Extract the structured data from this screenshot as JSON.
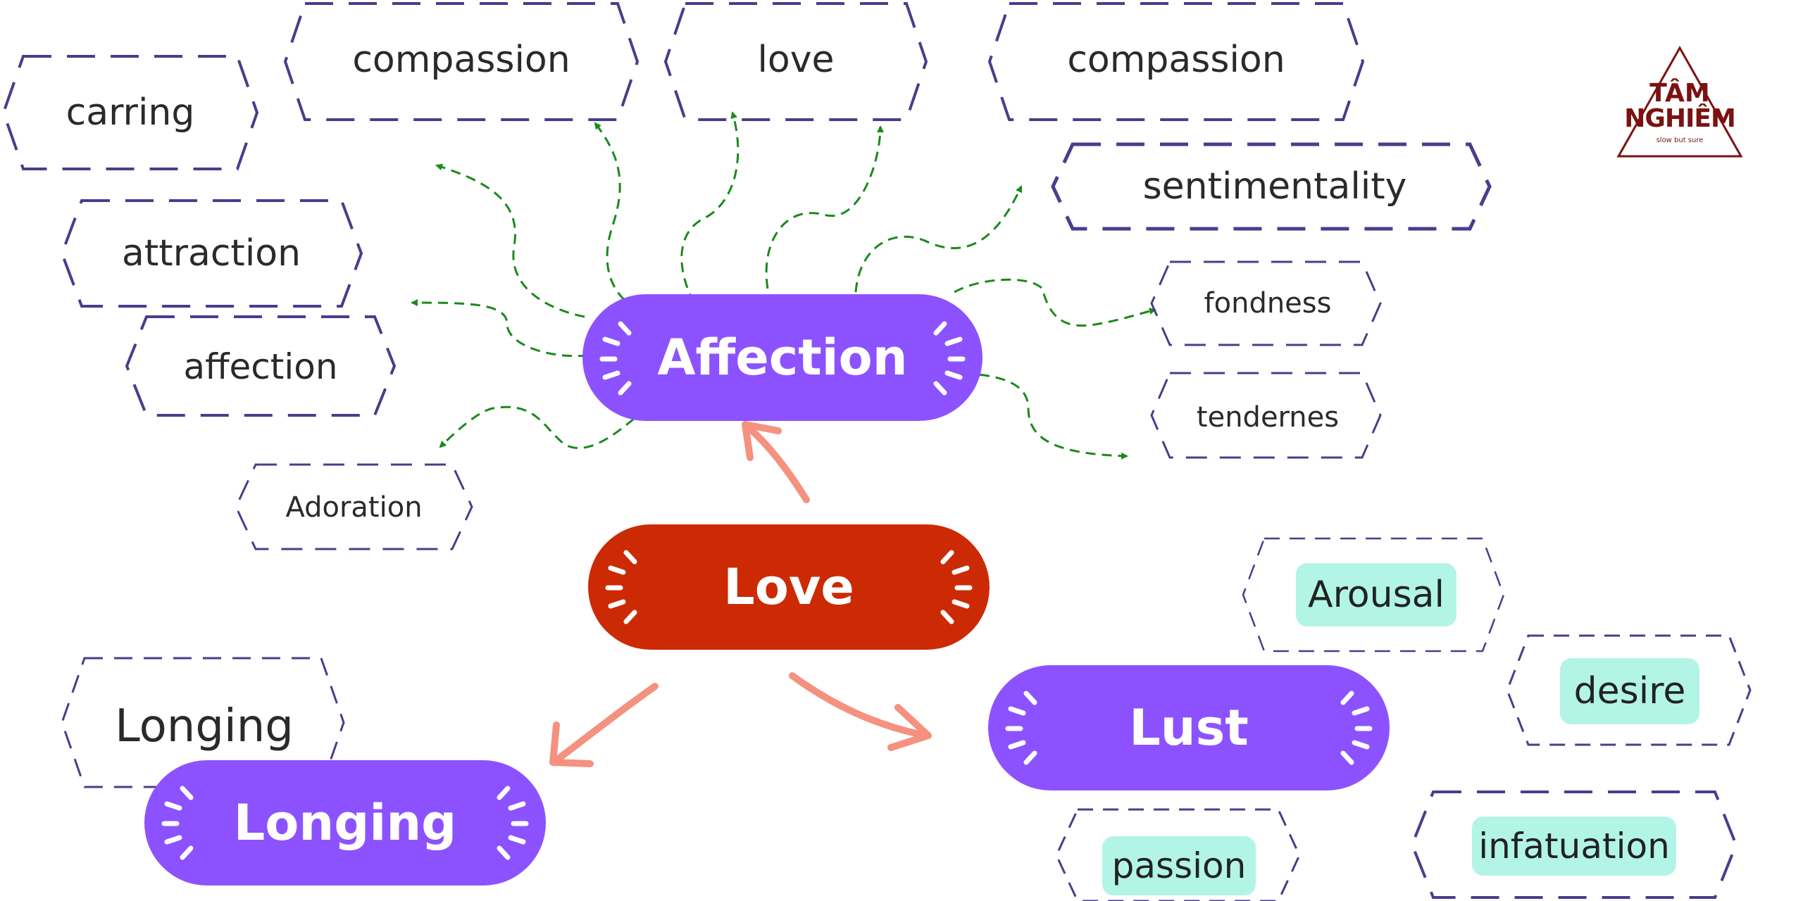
{
  "center": {
    "label": "Love",
    "color": "#cc2a05"
  },
  "branches": {
    "affection": {
      "label": "Affection",
      "color": "#8c52ff"
    },
    "lust": {
      "label": "Lust",
      "color": "#8c52ff"
    },
    "longing": {
      "label": "Longing",
      "color": "#8c52ff"
    }
  },
  "affection_words": {
    "carring": "carring",
    "compassion_1": "compassion",
    "love": "love",
    "compassion_2": "compassion",
    "sentimentality": "sentimentality",
    "attraction": "attraction",
    "affection": "affection",
    "adoration": "Adoration",
    "fondness": "fondness",
    "tendernes": "tendernes"
  },
  "lust_words": {
    "arousal": "Arousal",
    "desire": "desire",
    "passion": "passion",
    "infatuation": "infatuation"
  },
  "longing_word": "Longing",
  "logo": {
    "line1": "TÂM",
    "line2": "NGHIÊM",
    "tagline": "slow but sure",
    "color": "#7a1212"
  },
  "colors": {
    "hex_outline": "#4b3c8c",
    "dashed_arrow": "#1a8a1a",
    "main_arrow": "#f4927f",
    "tag_background": "#b2f5e6"
  }
}
